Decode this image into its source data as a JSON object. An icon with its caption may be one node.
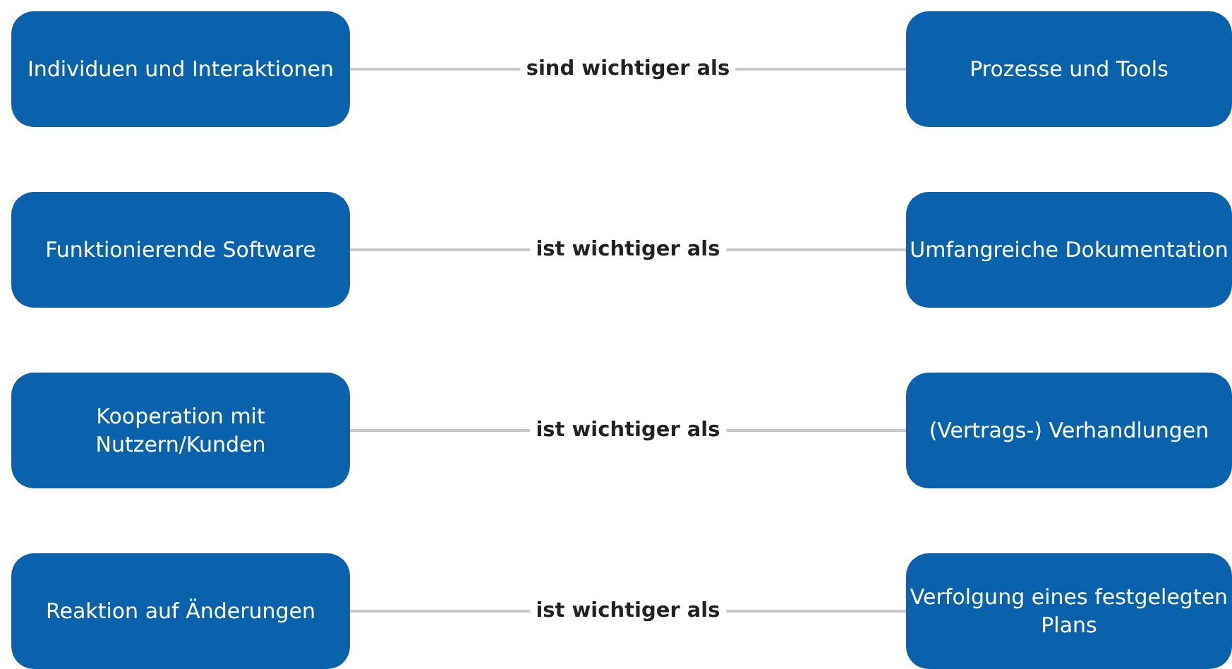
{
  "diagram": {
    "nodes": [
      {
        "text": [
          "Individuen und Interaktionen"
        ]
      },
      {
        "text": [
          "Prozesse und Tools"
        ]
      },
      {
        "text": [
          "Funktionierende Software"
        ]
      },
      {
        "text": [
          "Umfangreiche Dokumentation"
        ]
      },
      {
        "text": [
          "Kooperation mit Nutzern/Kunden"
        ]
      },
      {
        "text": [
          "(Vertrags-) Verhandlungen"
        ]
      },
      {
        "text": [
          "Reaktion auf Änderungen"
        ]
      },
      {
        "text": [
          "Verfolgung eines festgelegten Plans"
        ]
      }
    ],
    "edges": [
      {
        "from": 0,
        "to": 1,
        "arrow": "none",
        "label": "sind wichtiger als"
      },
      {
        "from": 2,
        "to": 3,
        "arrow": "none",
        "label": "ist wichtiger als"
      },
      {
        "from": 4,
        "to": 5,
        "arrow": "none",
        "label": "ist wichtiger als"
      },
      {
        "from": 6,
        "to": 7,
        "arrow": "none",
        "label": "ist wichtiger als"
      }
    ]
  }
}
